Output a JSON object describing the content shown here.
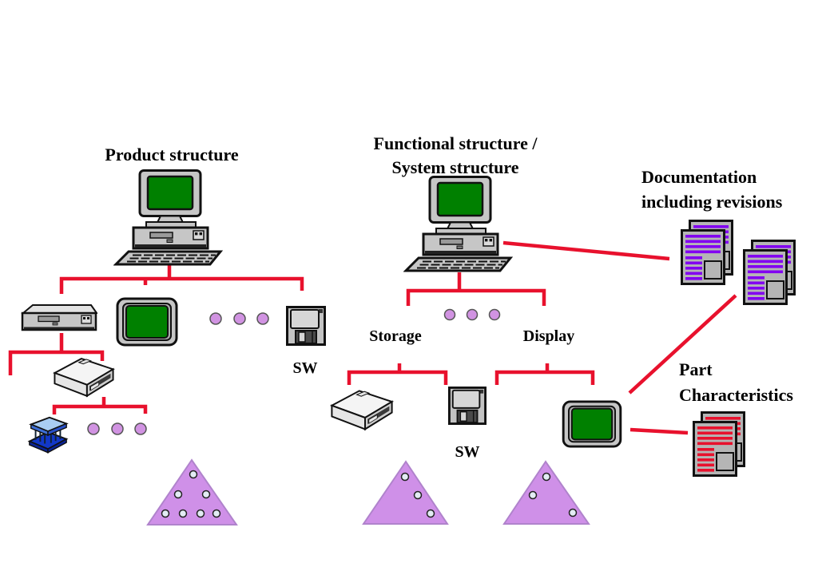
{
  "title": "Product / functional structure and documentation diagram",
  "colors": {
    "line-red": "#e8112d",
    "screen-green": "#008000",
    "silver": "#c6c6c6",
    "silver-light": "#e2e2e2",
    "doc-gray": "#b5b5b5",
    "stripe-purple": "#8202f1",
    "stripe-red": "#e8112d",
    "triangle-purple": "#cf90e8",
    "dot-plum": "#d193e2",
    "chip-blue-dark": "#1238c8",
    "chip-blue-light": "#a9cdf2"
  },
  "labels": {
    "product_structure": "Product structure",
    "functional_structure_line1": "Functional structure /",
    "functional_structure_line2": "System structure",
    "documentation_line1": "Documentation",
    "documentation_line2": "including revisions",
    "storage": "Storage",
    "display": "Display",
    "sw_product": "SW",
    "sw_functional": "SW",
    "part_line1": "Part",
    "part_line2": "Characteristics"
  },
  "icons": {
    "desktop-computer-icon": "computer with monitor, system unit and keyboard",
    "system-unit-icon": "desktop computer case",
    "monitor-icon": "CRT monitor with green screen",
    "disk-drive-icon": "external disk drive (isometric)",
    "floppy-disk-icon": "3.5 inch diskette",
    "chip-icon": "blue integrated circuit on socket",
    "document-stack-icon": "two overlapping pages with text lines and picture",
    "triangle-icon": "purple triangle with small node dots",
    "ellipsis-dots-icon": "three plum dots meaning more items"
  },
  "structure": {
    "product_tree": {
      "root": "desktop computer",
      "level1_children": [
        "system unit",
        "monitor",
        "…",
        "floppy disk (SW)"
      ],
      "system_unit_children": [
        "(unlabeled)",
        "disk drive"
      ],
      "disk_drive_children": [
        "chip",
        "…"
      ]
    },
    "functional_tree": {
      "root": "desktop computer",
      "level1_children": [
        "Storage",
        "…",
        "Display"
      ],
      "storage_children": [
        "disk drive",
        "floppy disk (SW)"
      ],
      "display_children": [
        "monitor"
      ]
    },
    "links": [
      "functional computer — documentation stack 1",
      "display monitor — documentation stack 2",
      "display monitor — part characteristics documents"
    ],
    "triangles_dot_counts": [
      7,
      3,
      3
    ]
  }
}
